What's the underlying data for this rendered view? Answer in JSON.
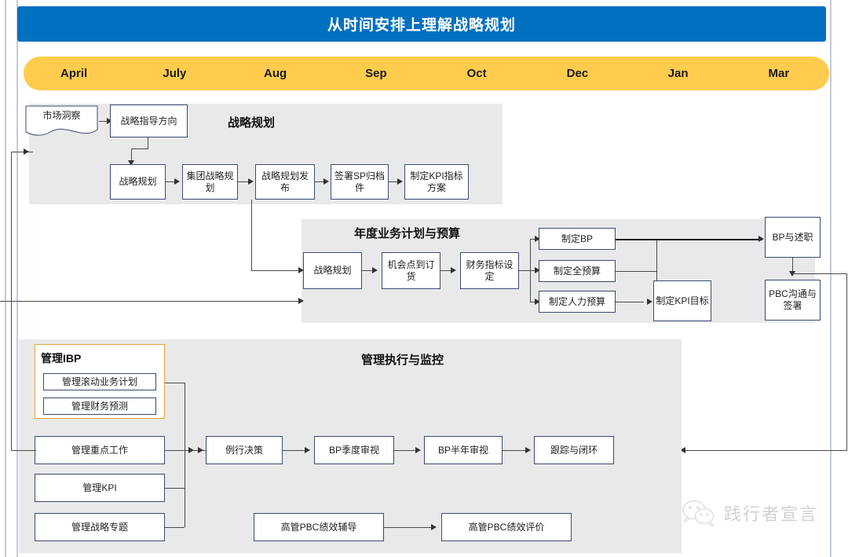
{
  "header": {
    "title": "从时间安排上理解战略规划"
  },
  "timeline": {
    "months": [
      "April",
      "July",
      "Aug",
      "Sep",
      "Oct",
      "Dec",
      "Jan",
      "Mar"
    ]
  },
  "colors": {
    "header_blue": "#0070C0",
    "timeline_orange": "#FFCC4D",
    "panel_gray": "#E9E9E9",
    "box_border": "#3B4A72",
    "accent_orange": "#E8A33D"
  },
  "sections": {
    "strategy": {
      "title": "战略规划",
      "input_doc": "市场洞察",
      "direction": "战略指导方向",
      "steps": [
        "战略规划",
        "集团战略规划",
        "战略规划发布",
        "签署SP归档件",
        "制定KPI指标方案"
      ]
    },
    "business_plan": {
      "title": "年度业务计划与预算",
      "steps": [
        "战略规划",
        "机会点到订货",
        "财务指标设定"
      ],
      "budgets": [
        "制定BP",
        "制定全预算",
        "制定人力预算"
      ],
      "kpi_goal": "制定KPI目标",
      "right": [
        "BP与述职",
        "PBC沟通与签署"
      ]
    },
    "execution": {
      "title": "管理执行与监控",
      "ibp": {
        "title": "管理IBP",
        "items": [
          "管理滚动业务计划",
          "管理财务预测"
        ]
      },
      "left_items": [
        "管理重点工作",
        "管理KPI",
        "管理战略专题"
      ],
      "flow": [
        "例行决策",
        "BP季度审视",
        "BP半年审视",
        "跟踪与闭环"
      ],
      "pbc_flow": [
        "高管PBC绩效辅导",
        "高管PBC绩效评价"
      ]
    }
  },
  "watermark": {
    "text": "践行者宣言",
    "icon": "wechat-icon"
  }
}
